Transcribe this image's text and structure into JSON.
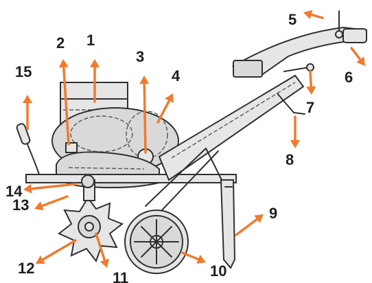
{
  "callouts": [
    "1",
    "2",
    "3",
    "4",
    "5",
    "6",
    "7",
    "8",
    "9",
    "10",
    "11",
    "12",
    "13",
    "14",
    "15"
  ],
  "colors": {
    "arrow": "#f07a2e",
    "outline": "#2f2f2f",
    "fill": "#d9d9d9",
    "text": "#202020"
  }
}
